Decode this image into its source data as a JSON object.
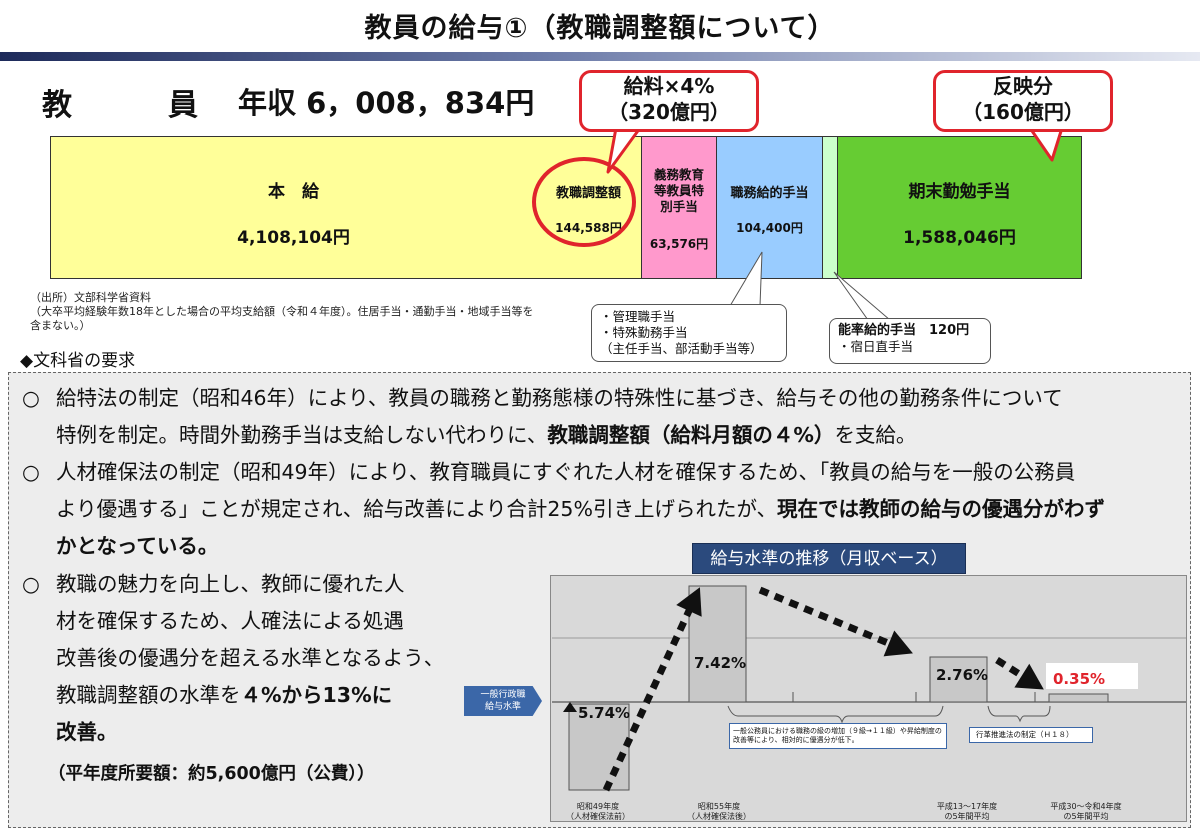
{
  "title": "教員の給与①（教職調整額について）",
  "salary": {
    "label_1": "教",
    "label_2": "員",
    "annual": "年収 6，008，834円"
  },
  "bars": {
    "base_name": "本　給",
    "base_value": "4,108,104円",
    "adjust_name": "教職調整額",
    "adjust_value": "144,588円",
    "special_name": "義務教育等教員特別手当",
    "special_value": "63,576円",
    "duty_name": "職務給的手当",
    "duty_value": "104,400円",
    "bonus_name": "期末勤勉手当",
    "bonus_value": "1,588,046円"
  },
  "callouts": {
    "left_line1": "給料×4%",
    "left_line2": "（320億円）",
    "right_line1": "反映分",
    "right_line2": "（160億円）"
  },
  "source_note": {
    "line1": "（出所）文部科学省資料",
    "line2": "（大卒平均経験年数18年とした場合の平均支給額（令和４年度）。住居手当・通勤手当・地域手当等を",
    "line3": "含まない。）"
  },
  "duty_note": {
    "line1": "・管理職手当",
    "line2": "・特殊勤務手当",
    "line3": "（主任手当、部活動手当等）"
  },
  "ability_note": {
    "line1": "能率給的手当　120円",
    "line2": "・宿日直手当"
  },
  "request_heading": "◆文科省の要求",
  "requests": {
    "mark": "○",
    "p1_a": "給特法の制定（昭和46年）により、教員の職務と勤務態様の特殊性に基づき、給与その他の勤務条件について",
    "p1_b": "特例を制定。時間外勤務手当は支給しない代わりに、",
    "p1_c": "教職調整額（給料月額の４%）",
    "p1_d": "を支給。",
    "p2_a": "人材確保法の制定（昭和49年）により、教育職員にすぐれた人材を確保するため、「教員の給与を一般の公務員",
    "p2_b": "より優遇する」ことが規定され、給与改善により合計25%引き上げられたが、",
    "p2_c": "現在では教師の給与の優遇分がわず",
    "p2_d": "かとなっている。",
    "p3_a": "教職の魅力を向上し、教師に優れた人",
    "p3_b": "材を確保するため、人確法による処遇",
    "p3_c": "改善後の優遇分を超える水準となるよう、",
    "p3_d": "教職調整額の水準を",
    "p3_e": "４%から13%に",
    "p3_f": "改善。",
    "p4": "（平年度所要額：約5,600億円（公費））"
  },
  "chart_data": {
    "type": "bar",
    "title": "給与水準の推移（月収ベース）",
    "categories": [
      "昭和49年度（人材確保法前）",
      "昭和55年度（人材確保法後）",
      "平成13～17年度の5年間平均",
      "平成30～令和4年度の5年間平均"
    ],
    "values": [
      5.74,
      7.42,
      2.76,
      0.35
    ],
    "labels": [
      "5.74%",
      "7.42%",
      "2.76%",
      "0.35%"
    ],
    "baseline_label_1": "一般行政職",
    "baseline_label_2": "給与水準",
    "cat_labels": [
      [
        "昭和49年度",
        "（人材確保法前）"
      ],
      [
        "昭和55年度",
        "（人材確保法後）"
      ],
      [
        "平成13～17年度",
        "の5年間平均"
      ],
      [
        "平成30～令和4年度",
        "の5年間平均"
      ]
    ],
    "note_1": "一般公務員における職務の級の増加（９級→１１級）や昇給制度の改善等により、相対的に優遇分が低下。",
    "note_2": "行革推進法の制定（Ｈ１８）",
    "colors": {
      "bar": "#c8c8c8",
      "last_label": "#e0242c",
      "baseline_tag": "#3b67a8"
    }
  }
}
